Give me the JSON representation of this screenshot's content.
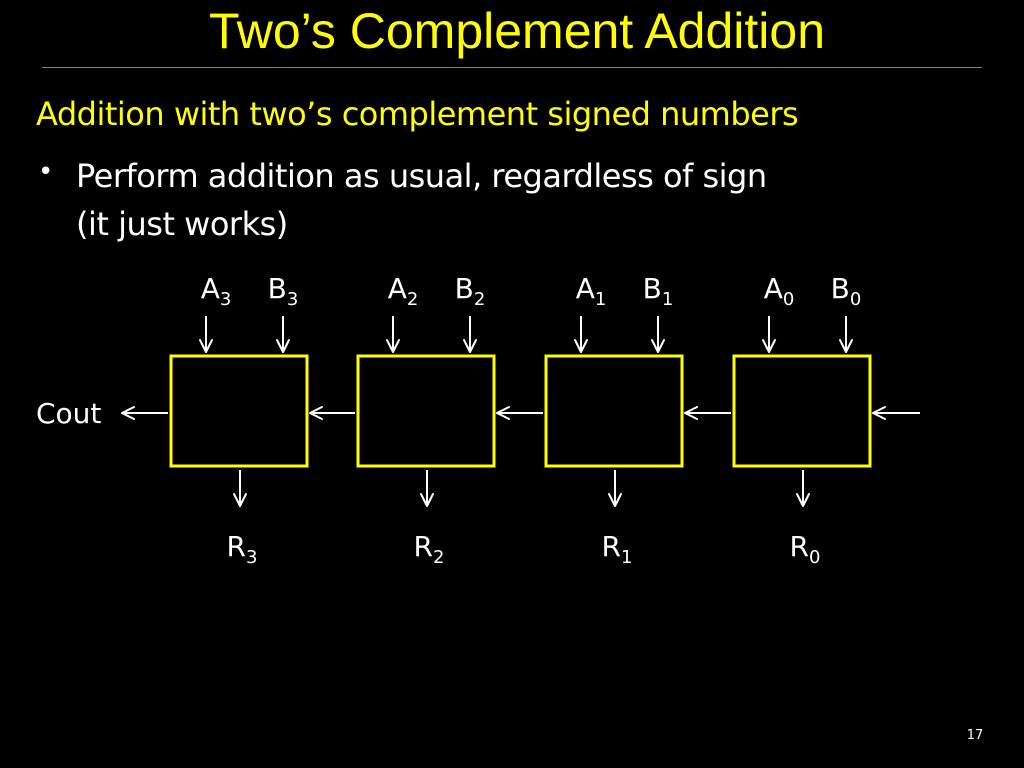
{
  "slide": {
    "title": "Two’s Complement Addition",
    "heading": "Addition with two’s complement signed numbers",
    "bullet_marker": "•",
    "bullet_lines": [
      "Perform addition as usual, regardless of sign",
      "(it just works)"
    ],
    "slide_number": "17"
  },
  "diagram": {
    "carry_out_label": "Cout",
    "box_color": "#ffff00",
    "text_color": "#ffffff",
    "adders": [
      {
        "a_label": "A",
        "a_sub": "3",
        "b_label": "B",
        "b_sub": "3",
        "r_label": "R",
        "r_sub": "3"
      },
      {
        "a_label": "A",
        "a_sub": "2",
        "b_label": "B",
        "b_sub": "2",
        "r_label": "R",
        "r_sub": "2"
      },
      {
        "a_label": "A",
        "a_sub": "1",
        "b_label": "B",
        "b_sub": "1",
        "r_label": "R",
        "r_sub": "1"
      },
      {
        "a_label": "A",
        "a_sub": "0",
        "b_label": "B",
        "b_sub": "0",
        "r_label": "R",
        "r_sub": "0"
      }
    ]
  }
}
